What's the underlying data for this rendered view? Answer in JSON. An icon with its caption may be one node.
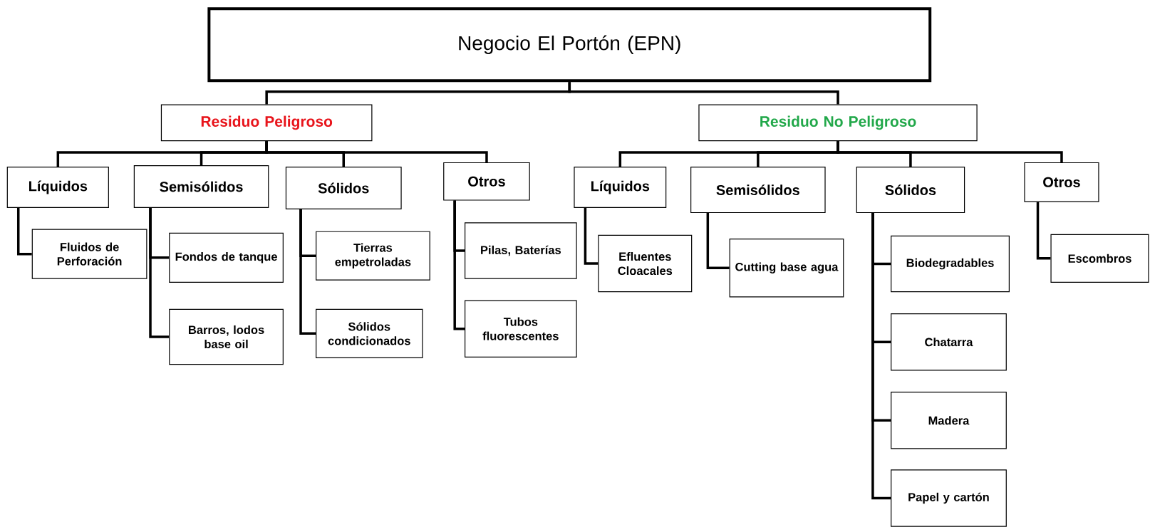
{
  "diagram": {
    "nodes": [
      {
        "text": [
          "Negocio El Portón (EPN)"
        ]
      },
      {
        "text": [
          "Residuo Peligroso"
        ]
      },
      {
        "text": [
          "Residuo No Peligroso"
        ]
      },
      {
        "text": [
          "Líquidos"
        ]
      },
      {
        "text": [
          "Semisólidos"
        ]
      },
      {
        "text": [
          "Sólidos"
        ]
      },
      {
        "text": [
          "Otros"
        ]
      },
      {
        "text": [
          "Fluidos de Perforación"
        ]
      },
      {
        "text": [
          "Fondos de tanque"
        ]
      },
      {
        "text": [
          "Barros, lodos base oil"
        ]
      },
      {
        "text": [
          "Tierras empetroladas"
        ]
      },
      {
        "text": [
          "Sólidos condicionados"
        ]
      },
      {
        "text": [
          "Pilas, Baterías"
        ]
      },
      {
        "text": [
          "Tubos fluorescentes"
        ]
      },
      {
        "text": [
          "Líquidos"
        ]
      },
      {
        "text": [
          "Semisólidos"
        ]
      },
      {
        "text": [
          "Sólidos"
        ]
      },
      {
        "text": [
          "Otros"
        ]
      },
      {
        "text": [
          "Efluentes Cloacales"
        ]
      },
      {
        "text": [
          "Cutting base agua"
        ]
      },
      {
        "text": [
          "Biodegradables"
        ]
      },
      {
        "text": [
          "Chatarra"
        ]
      },
      {
        "text": [
          "Madera"
        ]
      },
      {
        "text": [
          "Papel y cartón"
        ]
      },
      {
        "text": [
          "Escombros"
        ]
      }
    ],
    "edges": [
      {
        "from": 0,
        "to": 1,
        "arrow": "none"
      },
      {
        "from": 0,
        "to": 2,
        "arrow": "none"
      },
      {
        "from": 1,
        "to": 3,
        "arrow": "none"
      },
      {
        "from": 1,
        "to": 4,
        "arrow": "none"
      },
      {
        "from": 1,
        "to": 5,
        "arrow": "none"
      },
      {
        "from": 1,
        "to": 6,
        "arrow": "none"
      },
      {
        "from": 2,
        "to": 14,
        "arrow": "none"
      },
      {
        "from": 2,
        "to": 15,
        "arrow": "none"
      },
      {
        "from": 2,
        "to": 16,
        "arrow": "none"
      },
      {
        "from": 2,
        "to": 17,
        "arrow": "none"
      },
      {
        "from": 3,
        "to": 7,
        "arrow": "none"
      },
      {
        "from": 4,
        "to": 8,
        "arrow": "none"
      },
      {
        "from": 4,
        "to": 9,
        "arrow": "none"
      },
      {
        "from": 5,
        "to": 10,
        "arrow": "none"
      },
      {
        "from": 5,
        "to": 11,
        "arrow": "none"
      },
      {
        "from": 6,
        "to": 12,
        "arrow": "none"
      },
      {
        "from": 6,
        "to": 13,
        "arrow": "none"
      },
      {
        "from": 14,
        "to": 18,
        "arrow": "none"
      },
      {
        "from": 15,
        "to": 19,
        "arrow": "none"
      },
      {
        "from": 16,
        "to": 20,
        "arrow": "none"
      },
      {
        "from": 16,
        "to": 21,
        "arrow": "none"
      },
      {
        "from": 16,
        "to": 22,
        "arrow": "none"
      },
      {
        "from": 16,
        "to": 23,
        "arrow": "none"
      },
      {
        "from": 17,
        "to": 24,
        "arrow": "none"
      }
    ]
  }
}
